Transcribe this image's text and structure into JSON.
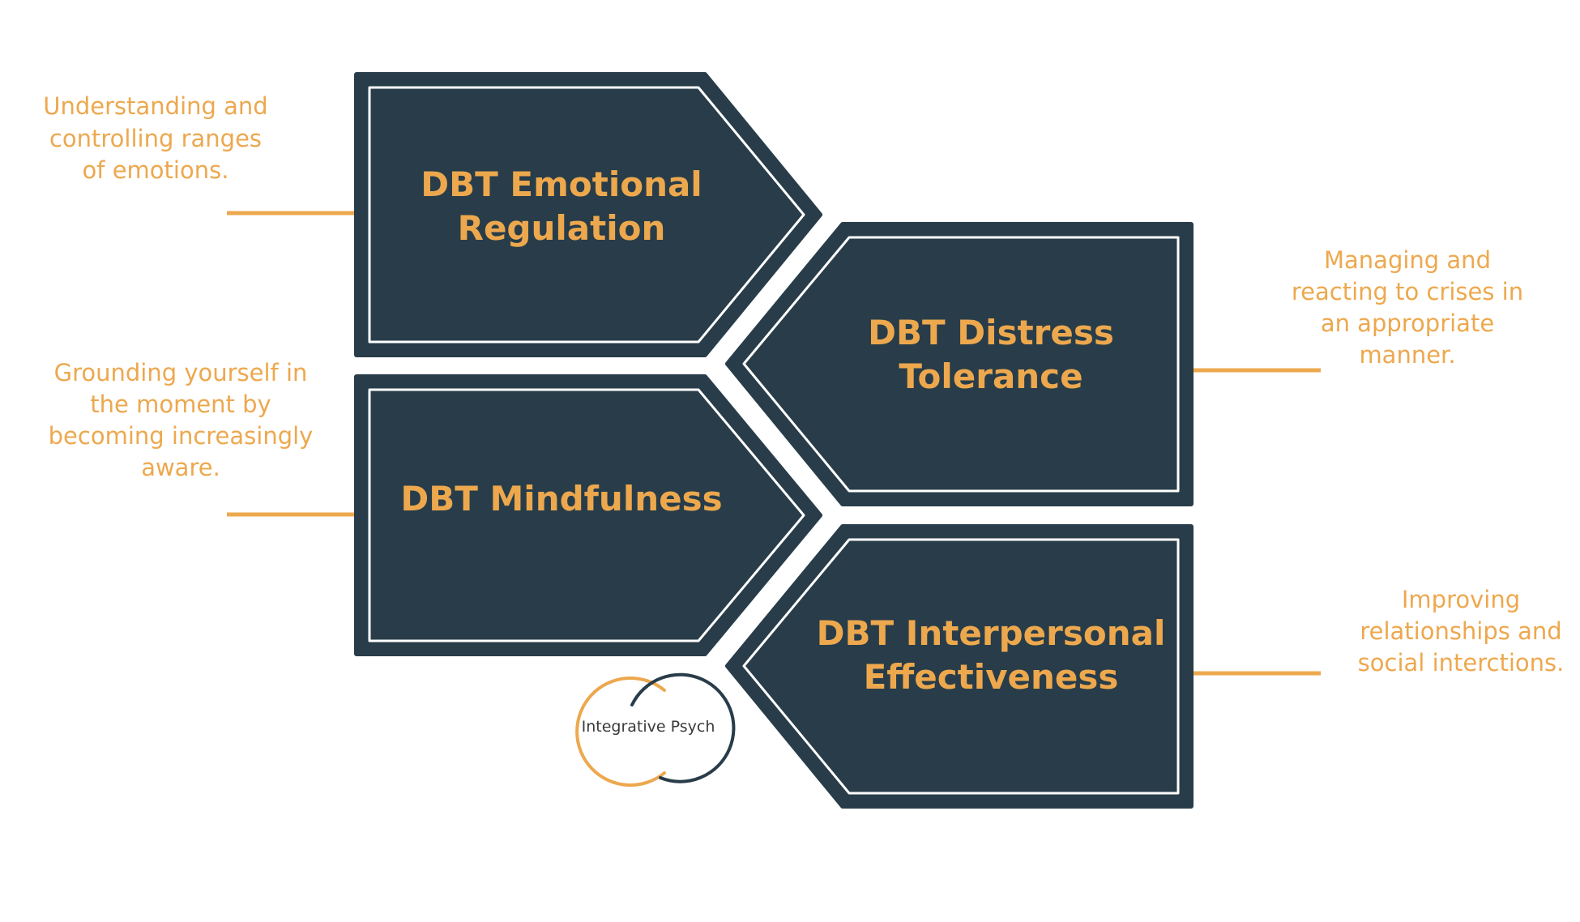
{
  "colors": {
    "block_fill": "#283d49",
    "block_outline": "#ffffff",
    "accent": "#eda84e",
    "logo_dark": "#283d49",
    "logo_text": "#3a3a3a",
    "background": "#ffffff"
  },
  "blocks": [
    {
      "id": "emotional-regulation",
      "title_lines": [
        "DBT Emotional",
        "Regulation"
      ],
      "description_lines": [
        "Understanding and",
        "controlling ranges",
        "of emotions."
      ]
    },
    {
      "id": "distress-tolerance",
      "title_lines": [
        "DBT Distress",
        "Tolerance"
      ],
      "description_lines": [
        "Managing and",
        "reacting to crises in",
        "an appropriate",
        "manner."
      ]
    },
    {
      "id": "mindfulness",
      "title_lines": [
        "DBT Mindfulness"
      ],
      "description_lines": [
        "Grounding yourself in",
        "the moment by",
        "becoming increasingly",
        "aware."
      ]
    },
    {
      "id": "interpersonal-effectiveness",
      "title_lines": [
        "DBT Interpersonal",
        "Effectiveness"
      ],
      "description_lines": [
        "Improving",
        "relationships and",
        "social interctions."
      ]
    }
  ],
  "logo": {
    "text": "Integrative Psych",
    "icon": "two-interlocking-rings-logo"
  }
}
